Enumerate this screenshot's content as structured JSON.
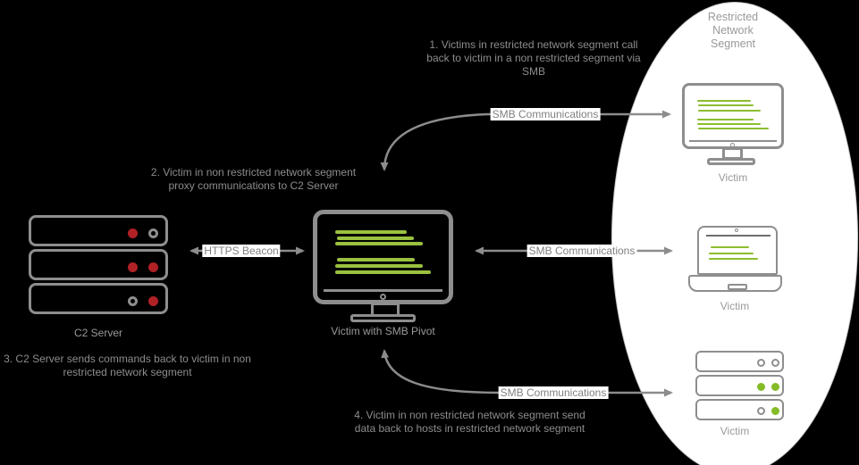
{
  "colors": {
    "background": "#000000",
    "device_stroke": "#8e8e8e",
    "text_gray": "#8c8c8c",
    "green": "#9ac13f",
    "red": "#b02126",
    "label_background": "#ffffff"
  },
  "restricted_segment": {
    "title": "Restricted Network Segment"
  },
  "nodes": {
    "c2_server": {
      "label": "C2 Server"
    },
    "smb_pivot": {
      "label": "Victim with SMB Pivot"
    },
    "victim_desktop": {
      "label": "Victim"
    },
    "victim_laptop": {
      "label": "Victim"
    },
    "victim_server": {
      "label": "Victim"
    }
  },
  "edges": {
    "https_beacon": {
      "label": "HTTPS Beacon"
    },
    "smb_top": {
      "label": "SMB Communications"
    },
    "smb_middle": {
      "label": "SMB Communications"
    },
    "smb_bottom": {
      "label": "SMB Communications"
    }
  },
  "annotations": {
    "step1": "1. Victims in restricted network segment call back to victim in a non restricted segment via SMB",
    "step2": "2. Victim in non restricted network segment proxy communications to C2 Server",
    "step3": "3. C2 Server sends commands back to victim in non restricted network segment",
    "step4": "4. Victim in non restricted network segment send data back to hosts in restricted network segment"
  }
}
